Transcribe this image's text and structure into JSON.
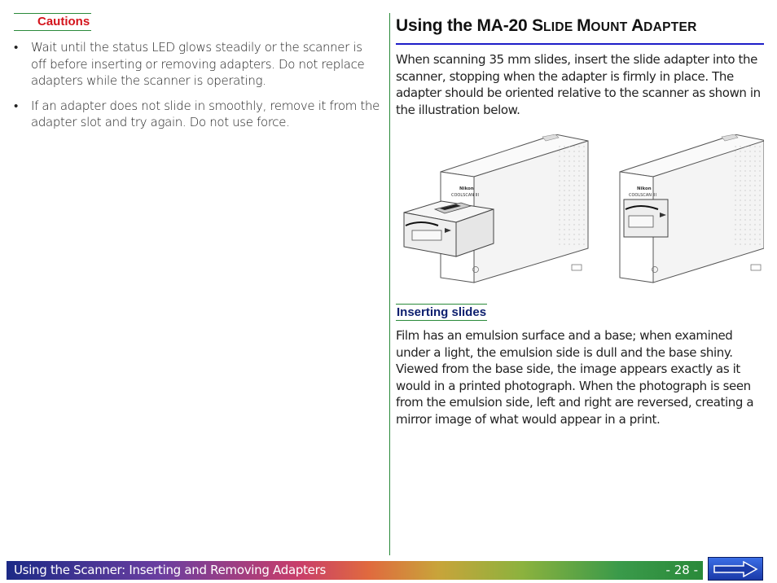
{
  "cautions": {
    "heading": "Cautions",
    "items": [
      "Wait until the status LED glows steadily or the scanner is off before inserting or removing adapters.  Do not replace adapters while the scanner is operating.",
      "If an adapter does not slide in smoothly, remove it from the adapter slot and try again.  Do not use force."
    ],
    "bullet": "•"
  },
  "section": {
    "title_prefix": "Using the MA-20 ",
    "title_parts": [
      {
        "big": "S",
        "small": "LIDE "
      },
      {
        "big": "M",
        "small": "OUNT "
      },
      {
        "big": "A",
        "small": "DAPTER"
      }
    ],
    "intro": "When scanning 35 mm slides, insert the slide adapter into the scanner, stopping when the adapter is firmly in place.  The adapter should be oriented relative to the scanner as shown in the illustration below."
  },
  "illustration": {
    "brand": "Nikon",
    "model": "COOLSCAN III"
  },
  "inserting": {
    "heading": "Inserting slides",
    "body": "Film has an emulsion surface and a base; when examined under a light, the emulsion side is dull and the base shiny.  Viewed from the base side, the image appears exactly as it would in a printed photograph.  When the photograph is seen from the emulsion side, left and right are reversed, creating a mirror image of what would appear in a print."
  },
  "footer": {
    "label": "Using the Scanner:  Inserting and Removing Adapters",
    "page": "- 28 -"
  },
  "colors": {
    "caution_red": "#d4141c",
    "rule_green": "#2a8a3a",
    "title_rule_blue": "#1e1ec8",
    "subhead_navy": "#0c1e6e"
  },
  "icons": {
    "next": "right-arrow-icon"
  }
}
